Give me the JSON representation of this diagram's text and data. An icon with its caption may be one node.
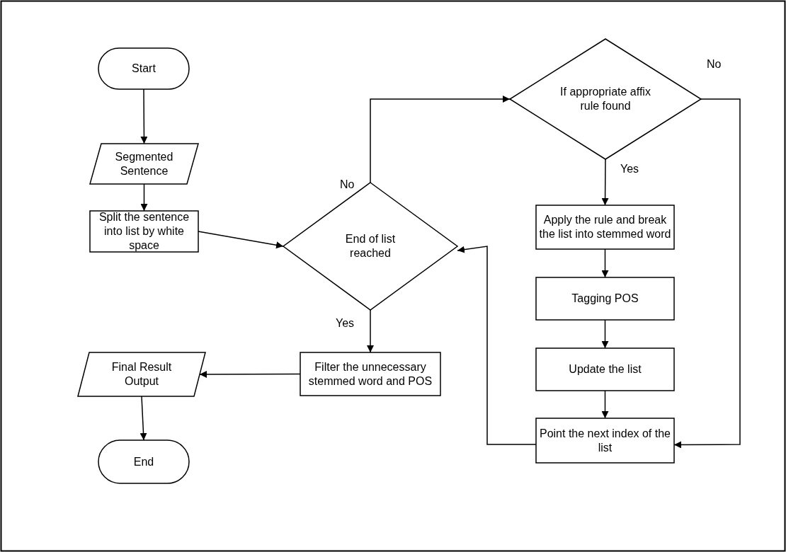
{
  "diagram": {
    "nodes": [
      {
        "text": [
          "Start"
        ]
      },
      {
        "text": [
          "Segmented Sentence"
        ]
      },
      {
        "text": [
          "Split the sentence into list by white space"
        ]
      },
      {
        "text": [
          "End of list reached"
        ]
      },
      {
        "text": [
          "If appropriate affix rule found"
        ]
      },
      {
        "text": [
          "Apply the rule and break the list into stemmed word"
        ]
      },
      {
        "text": [
          "Tagging POS"
        ]
      },
      {
        "text": [
          "Update the list"
        ]
      },
      {
        "text": [
          "Point the next index of the list"
        ]
      },
      {
        "text": [
          "Filter the unnecessary stemmed word and POS"
        ]
      },
      {
        "text": [
          "Final Result Output"
        ]
      },
      {
        "text": [
          "End"
        ]
      }
    ],
    "edges": [
      {
        "from": 0,
        "to": 1,
        "arrow": "to"
      },
      {
        "from": 1,
        "to": 2,
        "arrow": "to"
      },
      {
        "from": 2,
        "to": 3,
        "arrow": "to"
      },
      {
        "from": 3,
        "to": 4,
        "arrow": "to",
        "label": "No"
      },
      {
        "from": 3,
        "to": 9,
        "arrow": "to",
        "label": "Yes"
      },
      {
        "from": 9,
        "to": 10,
        "arrow": "to"
      },
      {
        "from": 10,
        "to": 11,
        "arrow": "to"
      },
      {
        "from": 4,
        "to": 5,
        "arrow": "to",
        "label": "Yes"
      },
      {
        "from": 4,
        "to": 8,
        "arrow": "to",
        "label": "No"
      },
      {
        "from": 5,
        "to": 6,
        "arrow": "to"
      },
      {
        "from": 6,
        "to": 7,
        "arrow": "to"
      },
      {
        "from": 7,
        "to": 8,
        "arrow": "to"
      },
      {
        "from": 8,
        "to": 3,
        "arrow": "to"
      }
    ]
  }
}
